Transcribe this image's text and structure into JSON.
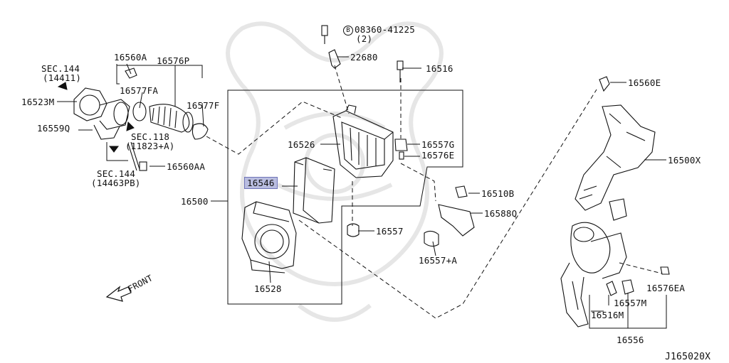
{
  "diagram_id": "J165020X",
  "front_label": "FRONT",
  "highlighted_part": "16546",
  "labels": {
    "p16560A": "16560A",
    "p16576P": "16576P",
    "p16577FA": "16577FA",
    "p16577F": "16577F",
    "p16523M": "16523M",
    "p16559Q": "16559Q",
    "p16560AA": "16560AA",
    "p22680": "22680",
    "p16516": "16516",
    "p16560E": "16560E",
    "p16526": "16526",
    "p16557G": "16557G",
    "p16576E": "16576E",
    "p16500X": "16500X",
    "p16546": "16546",
    "p16500": "16500",
    "p16510B": "16510B",
    "p16588Q": "16588Q",
    "p16557": "16557",
    "p16557A": "16557+A",
    "p16528": "16528",
    "p16576EA": "16576EA",
    "p16557M": "16557M",
    "p16516M": "16516M",
    "p16556": "16556",
    "bolt_code": "08360-41225",
    "bolt_symbol": "B",
    "bolt_qty": "(2)"
  },
  "refs": {
    "sec144a": "SEC.144",
    "sec144a_sub": "(14411)",
    "sec118": "SEC.118",
    "sec118_sub": "(11823+A)",
    "sec144b": "SEC.144",
    "sec144b_sub": "(14463PB)"
  }
}
